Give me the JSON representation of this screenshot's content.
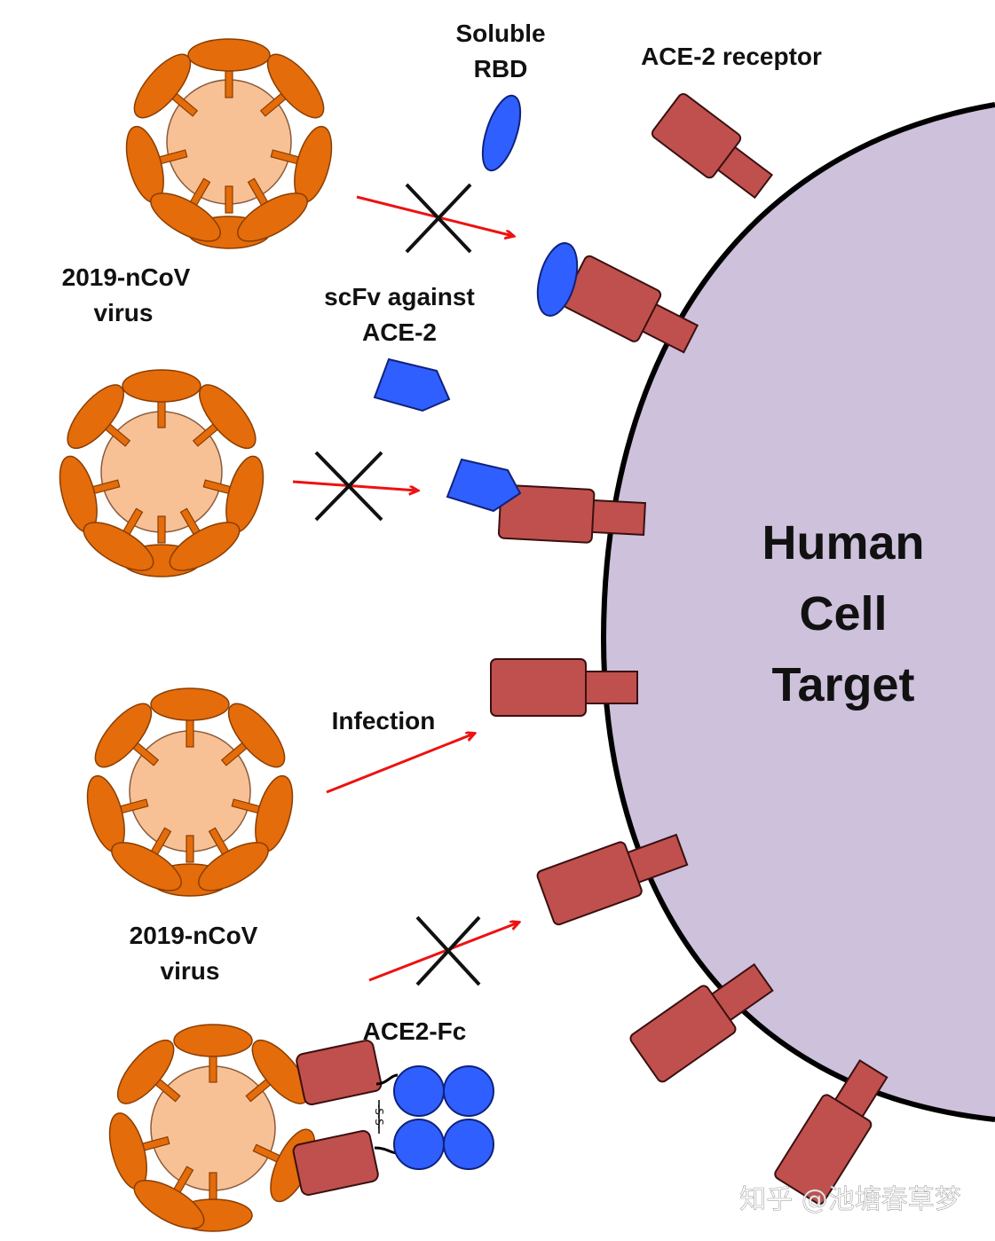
{
  "labels": {
    "soluble_rbd": [
      "Soluble",
      "RBD"
    ],
    "ace2_receptor": "ACE-2 receptor",
    "virus_top": [
      "2019-nCoV",
      "virus"
    ],
    "scfv": [
      "scFv against",
      "ACE-2"
    ],
    "human_cell": [
      "Human",
      "Cell",
      "Target"
    ],
    "infection": "Infection",
    "virus_bottom": [
      "2019-nCoV",
      "virus"
    ],
    "ace2_fc": "ACE2-Fc",
    "disulfide": "-S-S-",
    "watermark": "知乎 @池塘春草梦"
  },
  "colors": {
    "cell_fill": "#cdc1dc",
    "cell_outline": "#000000",
    "virus_core": "#f8c195",
    "virus_spike": "#e46c0a",
    "receptor": "#c0504d",
    "blocker_blue": "#2f5fff",
    "arrow_red": "#ee1111"
  }
}
